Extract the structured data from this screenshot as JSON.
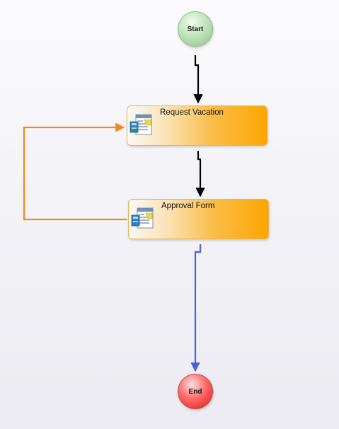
{
  "diagram": {
    "start": {
      "label": "Start",
      "color": "#a9d8a3"
    },
    "end": {
      "label": "End",
      "color": "#f01f1f"
    },
    "activities": [
      {
        "label": "Request Vacation",
        "icon": "form-document-icon"
      },
      {
        "label": "Approval Form",
        "icon": "form-document-icon"
      }
    ],
    "connectors": [
      {
        "from": "Start",
        "to": "Request Vacation",
        "color": "#000000"
      },
      {
        "from": "Request Vacation",
        "to": "Approval Form",
        "color": "#000000"
      },
      {
        "from": "Approval Form",
        "to": "Request Vacation",
        "color": "#f08a1c"
      },
      {
        "from": "Approval Form",
        "to": "End",
        "color": "#4a5ee0"
      }
    ]
  }
}
